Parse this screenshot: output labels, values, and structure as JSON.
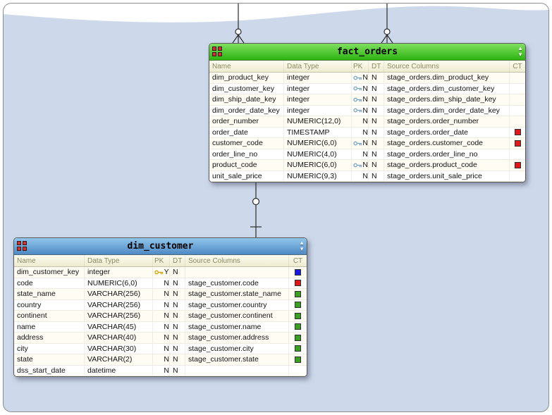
{
  "diagram": {
    "background_color": "#cdd9eb",
    "top_band_color": "#ffffff",
    "connector_color": "#2a2a2a"
  },
  "icons": {
    "scroll_up": "▲",
    "scroll_down": "▼"
  },
  "key_colors": {
    "fk": "#7aa6c8",
    "pk": "#d9a300"
  },
  "ct_colors": {
    "red": "#e01818",
    "green": "#3aa020",
    "blue": "#1818e0"
  },
  "tables": [
    {
      "name": "fact_orders",
      "header_gradient": [
        "#7fdf5f",
        "#2db310"
      ],
      "columns": [
        "Name",
        "Data Type",
        "PK",
        "DT",
        "Source Columns",
        "CT"
      ],
      "rows": [
        {
          "name": "dim_product_key",
          "type": "integer",
          "key": "fk",
          "pk": "N",
          "dt": "N",
          "source": "stage_orders.dim_product_key",
          "ct": null
        },
        {
          "name": "dim_customer_key",
          "type": "integer",
          "key": "fk",
          "pk": "N",
          "dt": "N",
          "source": "stage_orders.dim_customer_key",
          "ct": null
        },
        {
          "name": "dim_ship_date_key",
          "type": "integer",
          "key": "fk",
          "pk": "N",
          "dt": "N",
          "source": "stage_orders.dim_ship_date_key",
          "ct": null
        },
        {
          "name": "dim_order_date_key",
          "type": "integer",
          "key": "fk",
          "pk": "N",
          "dt": "N",
          "source": "stage_orders.dim_order_date_key",
          "ct": null
        },
        {
          "name": "order_number",
          "type": "NUMERIC(12,0)",
          "key": null,
          "pk": "N",
          "dt": "N",
          "source": "stage_orders.order_number",
          "ct": null
        },
        {
          "name": "order_date",
          "type": "TIMESTAMP",
          "key": null,
          "pk": "N",
          "dt": "N",
          "source": "stage_orders.order_date",
          "ct": "#e01818"
        },
        {
          "name": "customer_code",
          "type": "NUMERIC(6,0)",
          "key": "fk",
          "pk": "N",
          "dt": "N",
          "source": "stage_orders.customer_code",
          "ct": "#e01818"
        },
        {
          "name": "order_line_no",
          "type": "NUMERIC(4,0)",
          "key": null,
          "pk": "N",
          "dt": "N",
          "source": "stage_orders.order_line_no",
          "ct": null
        },
        {
          "name": "product_code",
          "type": "NUMERIC(6,0)",
          "key": "fk",
          "pk": "N",
          "dt": "N",
          "source": "stage_orders.product_code",
          "ct": "#e01818"
        },
        {
          "name": "unit_sale_price",
          "type": "NUMERIC(9,3)",
          "key": null,
          "pk": "N",
          "dt": "N",
          "source": "stage_orders.unit_sale_price",
          "ct": null
        }
      ]
    },
    {
      "name": "dim_customer",
      "header_gradient": [
        "#90c6ec",
        "#4e89c4"
      ],
      "columns": [
        "Name",
        "Data Type",
        "PK",
        "DT",
        "Source Columns",
        "CT"
      ],
      "rows": [
        {
          "name": "dim_customer_key",
          "type": "integer",
          "key": "pk",
          "pk": "Y",
          "dt": "N",
          "source": "",
          "ct": "#1818e0"
        },
        {
          "name": "code",
          "type": "NUMERIC(6,0)",
          "key": null,
          "pk": "N",
          "dt": "N",
          "source": "stage_customer.code",
          "ct": "#e01818"
        },
        {
          "name": "state_name",
          "type": "VARCHAR(256)",
          "key": null,
          "pk": "N",
          "dt": "N",
          "source": "stage_customer.state_name",
          "ct": "#3aa020"
        },
        {
          "name": "country",
          "type": "VARCHAR(256)",
          "key": null,
          "pk": "N",
          "dt": "N",
          "source": "stage_customer.country",
          "ct": "#3aa020"
        },
        {
          "name": "continent",
          "type": "VARCHAR(256)",
          "key": null,
          "pk": "N",
          "dt": "N",
          "source": "stage_customer.continent",
          "ct": "#3aa020"
        },
        {
          "name": "name",
          "type": "VARCHAR(45)",
          "key": null,
          "pk": "N",
          "dt": "N",
          "source": "stage_customer.name",
          "ct": "#3aa020"
        },
        {
          "name": "address",
          "type": "VARCHAR(40)",
          "key": null,
          "pk": "N",
          "dt": "N",
          "source": "stage_customer.address",
          "ct": "#3aa020"
        },
        {
          "name": "city",
          "type": "VARCHAR(30)",
          "key": null,
          "pk": "N",
          "dt": "N",
          "source": "stage_customer.city",
          "ct": "#3aa020"
        },
        {
          "name": "state",
          "type": "VARCHAR(2)",
          "key": null,
          "pk": "N",
          "dt": "N",
          "source": "stage_customer.state",
          "ct": "#3aa020"
        },
        {
          "name": "dss_start_date",
          "type": "datetime",
          "key": null,
          "pk": "N",
          "dt": "N",
          "source": "",
          "ct": null
        }
      ]
    }
  ]
}
